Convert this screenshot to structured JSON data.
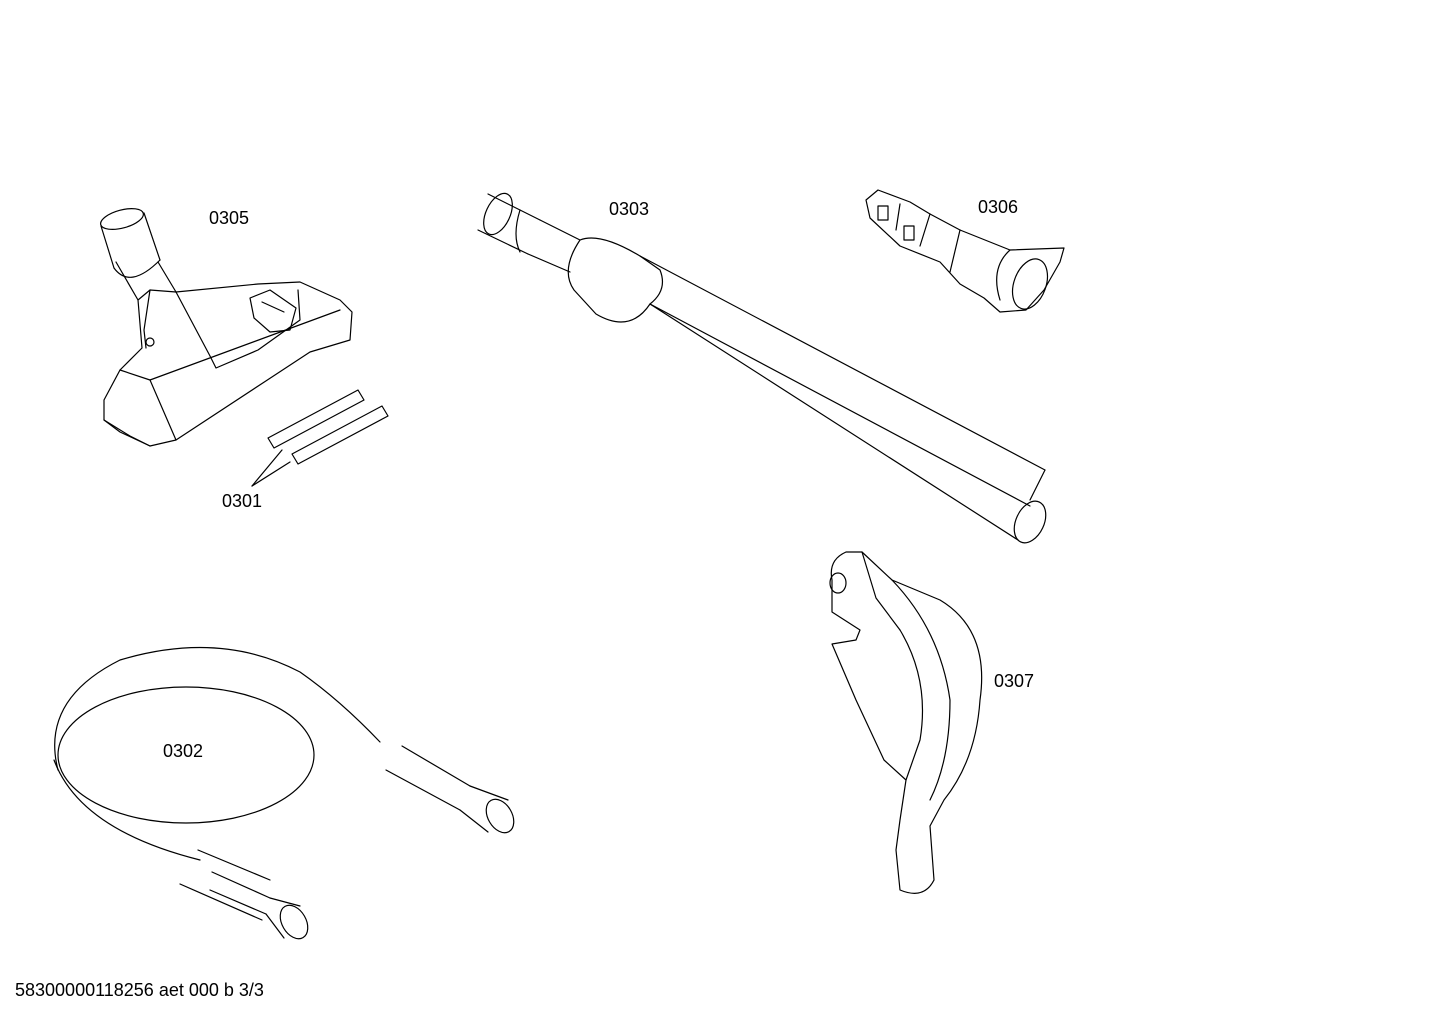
{
  "parts": [
    {
      "id": "0305",
      "label": "0305",
      "name": "floor-nozzle"
    },
    {
      "id": "0303",
      "label": "0303",
      "name": "telescopic-tube"
    },
    {
      "id": "0306",
      "label": "0306",
      "name": "upholstery-nozzle"
    },
    {
      "id": "0301",
      "label": "0301",
      "name": "brush-strips"
    },
    {
      "id": "0307",
      "label": "0307",
      "name": "hose-handle"
    },
    {
      "id": "0302",
      "label": "0302",
      "name": "suction-hose"
    }
  ],
  "footer": "58300000118256 aet 000 b 3/3"
}
